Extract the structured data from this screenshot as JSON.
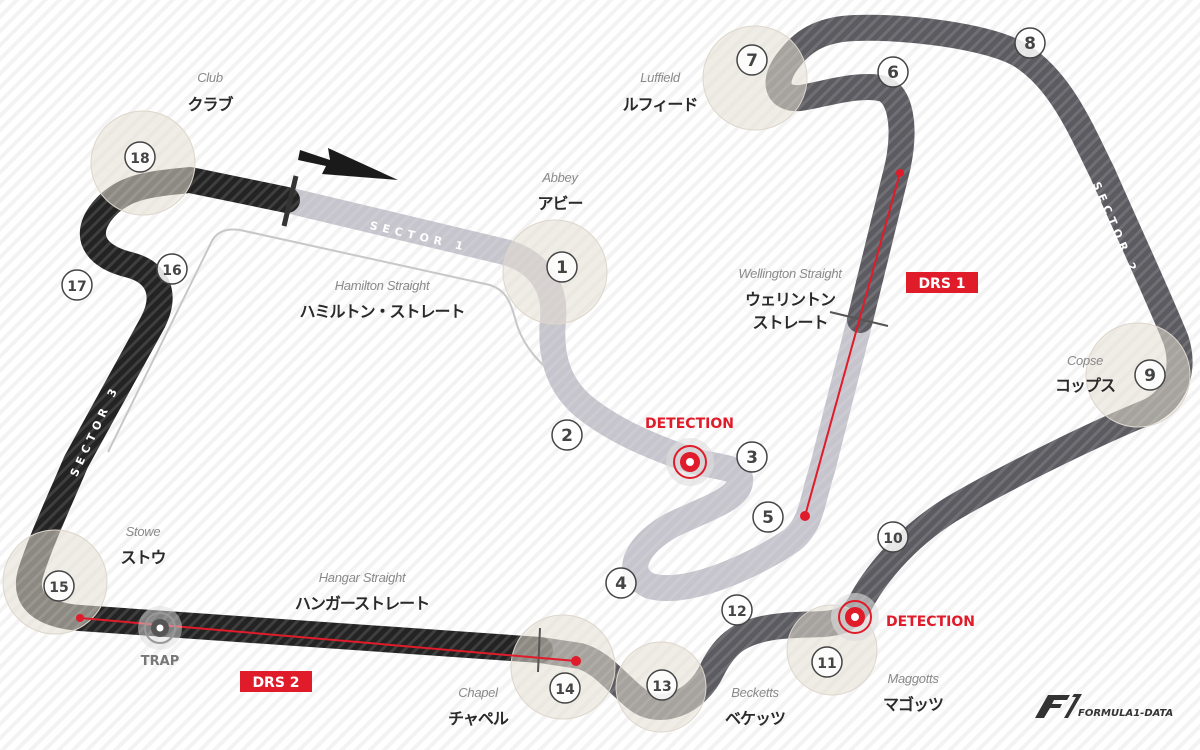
{
  "colors": {
    "sector1": "#c6c4cc",
    "sector2": "#5b5b61",
    "sector3": "#232323",
    "drs": "#e01b2a",
    "corner_zone": "#ece6de"
  },
  "sectors": {
    "s1": "SECTOR 1",
    "s2": "SECTOR 2",
    "s3": "SECTOR 3"
  },
  "turns": [
    "1",
    "2",
    "3",
    "4",
    "5",
    "6",
    "7",
    "8",
    "9",
    "10",
    "11",
    "12",
    "13",
    "14",
    "15",
    "16",
    "17",
    "18"
  ],
  "corners": {
    "club": {
      "en": "Club",
      "jp": "クラブ"
    },
    "abbey": {
      "en": "Abbey",
      "jp": "アビー"
    },
    "luffield": {
      "en": "Luffield",
      "jp": "ルフィード"
    },
    "hamilton": {
      "en": "Hamilton Straight",
      "jp": "ハミルトン・ストレート"
    },
    "wellington": {
      "en": "Wellington Straight",
      "jp1": "ウェリントン",
      "jp2": "ストレート"
    },
    "copse": {
      "en": "Copse",
      "jp": "コップス"
    },
    "stowe": {
      "en": "Stowe",
      "jp": "ストウ"
    },
    "hangar": {
      "en": "Hangar Straight",
      "jp": "ハンガーストレート"
    },
    "chapel": {
      "en": "Chapel",
      "jp": "チャペル"
    },
    "becketts": {
      "en": "Becketts",
      "jp": "ベケッツ"
    },
    "maggotts": {
      "en": "Maggotts",
      "jp": "マゴッツ"
    }
  },
  "drs": {
    "zone1": "DRS 1",
    "zone2": "DRS 2",
    "detection": "DETECTION",
    "trap": "TRAP"
  },
  "logo": {
    "text": "FORMULA1-DATA"
  }
}
